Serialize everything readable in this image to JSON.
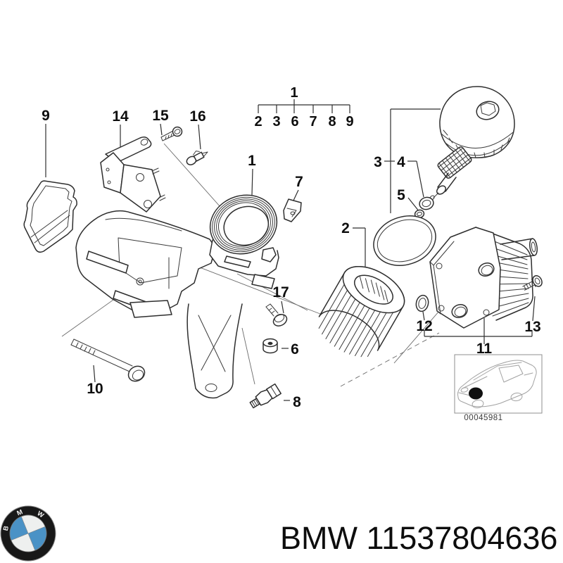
{
  "diagram": {
    "legend": {
      "parent_label": "1",
      "item_labels": [
        "2",
        "3",
        "6",
        "7",
        "8",
        "9"
      ]
    },
    "callouts": {
      "gasket": "9",
      "mount_bracket": "14",
      "bracket_bolt": "15",
      "small_sensor": "16",
      "filter_housing": "1",
      "clip": "7",
      "filter_cover": "3",
      "cover_oring": "4",
      "shaft_oring": "5",
      "filter_element": "2",
      "cooler_bolt": "17",
      "blanking_plug": "6",
      "pressure_switch": "8",
      "long_bolt": "10",
      "cooler_oring": "12",
      "cooler_fitting": "13",
      "oil_cooler": "11"
    },
    "thumbnail": {
      "code": "00045981"
    }
  },
  "footer": {
    "part_text": "BMW 11537804636",
    "logo": {
      "letters": [
        "B",
        "M",
        "W"
      ],
      "ring_color": "#181818",
      "blue": "#4a92c6",
      "white_q": "#eef0ef"
    }
  },
  "colors": {
    "line": "#2e2e2e",
    "construction_line": "#6b6b6b",
    "background": "#ffffff"
  }
}
